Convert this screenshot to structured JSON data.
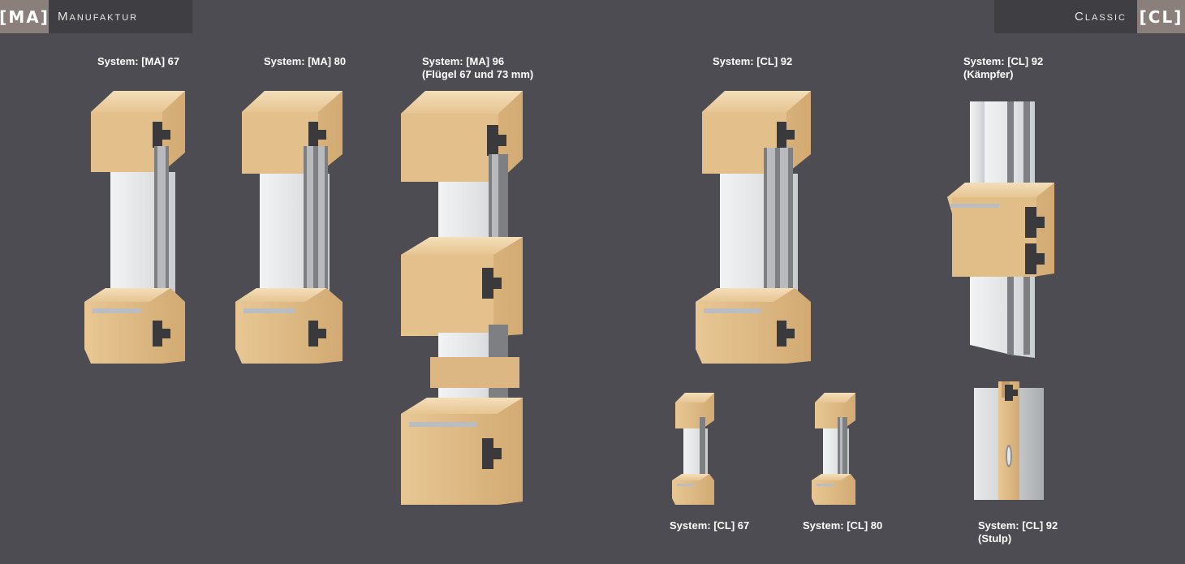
{
  "header": {
    "left_badge": "[MA]",
    "left_label": "Manufaktur",
    "right_label": "Classic",
    "right_badge": "[CL]"
  },
  "products": [
    {
      "id": "ma67",
      "line1": "System: [MA] 67",
      "line2": ""
    },
    {
      "id": "ma80",
      "line1": "System: [MA] 80",
      "line2": ""
    },
    {
      "id": "ma96",
      "line1": "System: [MA] 96",
      "line2": "(Flügel 67 und 73 mm)"
    },
    {
      "id": "cl92",
      "line1": "System: [CL] 92",
      "line2": ""
    },
    {
      "id": "cl92k",
      "line1": "System: [CL] 92",
      "line2": "(Kämpfer)"
    },
    {
      "id": "cl67",
      "line1": "System: [CL] 67",
      "line2": ""
    },
    {
      "id": "cl80",
      "line1": "System: [CL] 80",
      "line2": ""
    },
    {
      "id": "cl92s",
      "line1": "System: [CL] 92",
      "line2": "(Stulp)"
    }
  ],
  "colors": {
    "background": "#4d4c52",
    "tab_dark": "#3f3e43",
    "badge": "#8a7f7a",
    "wood_light": "#f0d7ad",
    "wood_mid": "#deba85",
    "wood_dark": "#c99e66",
    "glass": "#e4e6e8",
    "spacer": "#6c6d71"
  }
}
